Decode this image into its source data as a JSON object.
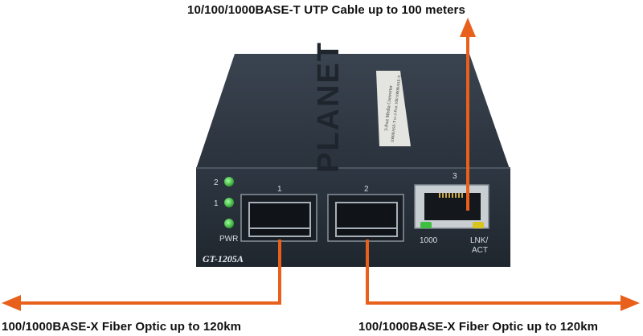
{
  "annotations": {
    "top": "10/100/1000BASE-T UTP Cable up to 100 meters",
    "bottom_left": "100/1000BASE-X Fiber Optic up to 120km",
    "bottom_right": "100/1000BASE-X Fiber Optic up to 120km"
  },
  "device": {
    "brand": "PLANET",
    "product_label_line1": "3-Port Media Converter",
    "product_label_line2": "1000BASE-T to 2-Port 100/1000BASE-X",
    "model": "GT-1205A",
    "leds": {
      "led_2": "2",
      "led_1": "1",
      "power": "PWR"
    },
    "ports": {
      "sfp_1": "1",
      "sfp_2": "2",
      "rj45": "3",
      "rj45_speed": "1000",
      "rj45_link_line1": "LNK/",
      "rj45_link_line2": "ACT"
    }
  },
  "colors": {
    "arrow": "#e8601c",
    "chassis": "#2f3843",
    "led_green": "#3fbf3f",
    "led_yellow": "#d8c520"
  }
}
